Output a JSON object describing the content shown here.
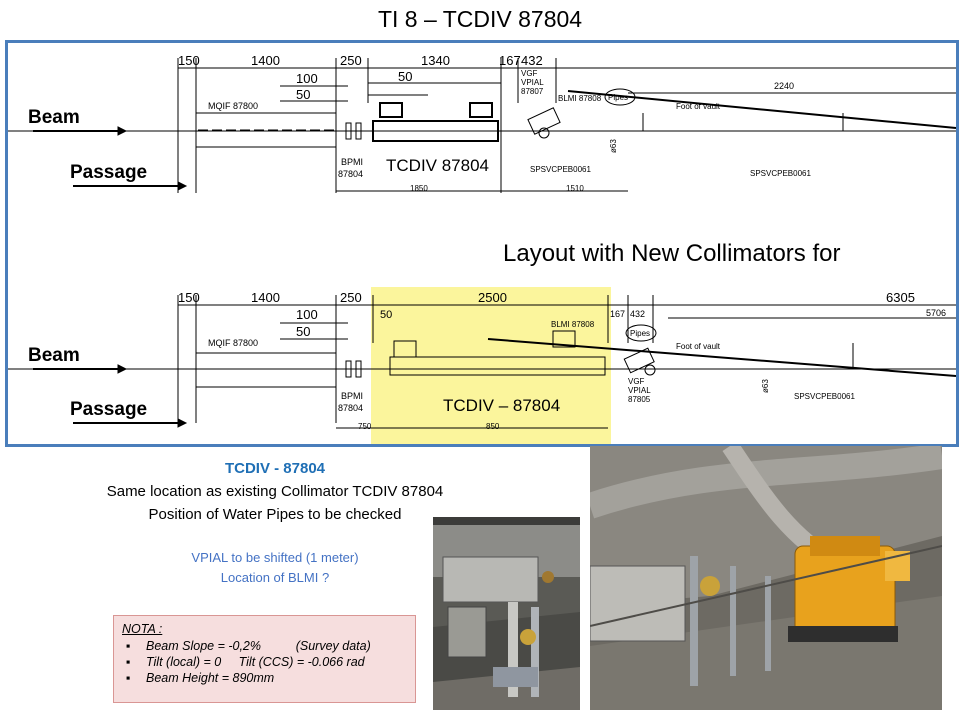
{
  "page": {
    "title": "TI 8 – TCDIV 87804"
  },
  "drawing": {
    "heading": "Layout with New Collimators for",
    "top": {
      "dims": [
        "150",
        "1400",
        "250",
        "1340",
        "167",
        "432",
        "2240",
        "100",
        "50",
        "50"
      ],
      "labels": {
        "mqif": "MQIF 87800",
        "bpmi": "BPMI",
        "bpmi_num": "87804",
        "tcdiv": "TCDIV 87804",
        "vgf": "VGF",
        "vpial": "VPIAL",
        "vpial_num": "87807",
        "blmi": "BLMI 87808",
        "pipes": "Pipes",
        "foot": "Foot of vault",
        "spsv1": "SPSVCPEB0061",
        "spsv2": "SPSVCPEB0061",
        "bottom1": "1850",
        "bottom2": "1510",
        "phi": "ø63",
        "beam": "Beam",
        "passage": "Passage"
      }
    },
    "bottom": {
      "dims": [
        "150",
        "1400",
        "250",
        "2500",
        "167",
        "432",
        "6305",
        "5706",
        "100",
        "50",
        "50"
      ],
      "labels": {
        "mqif": "MQIF 87800",
        "bpmi": "BPMI",
        "bpmi_num": "87804",
        "tcdiv": "TCDIV  –  87804",
        "blmi": "BLMI 87808",
        "pipes": "Pipes",
        "foot": "Foot of vault",
        "vgf": "VGF",
        "vpial": "VPIAL",
        "vpial_num": "87805",
        "spsv": "SPSVCPEB0061",
        "d750": "750",
        "d850": "850",
        "phi": "ø63",
        "beam": "Beam",
        "passage": "Passage"
      }
    }
  },
  "caption": {
    "title": "TCDIV - 87804",
    "line1": "Same location as existing Collimator TCDIV 87804",
    "line2": "Position of Water Pipes to be checked",
    "note1": "VPIAL to be shifted (1 meter)",
    "note2": "Location of BLMI ?"
  },
  "nota": {
    "heading": "NOTA :",
    "items": [
      "Beam Slope = -0,2%          (Survey data)",
      "Tilt (local) = 0     Tilt (CCS) = -0.066 rad",
      "Beam Height = 890mm"
    ]
  },
  "colors": {
    "frame": "#4a7ebb",
    "highlight": "#fbf59c",
    "caption_title": "#1f6fb5",
    "note_text": "#4472c4",
    "nota_bg": "#f6dede"
  }
}
